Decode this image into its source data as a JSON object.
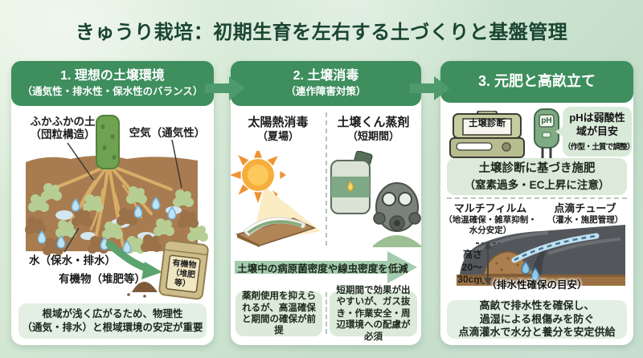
{
  "title": "きゅうり栽培：初期生育を左右する土づくりと基盤管理",
  "colors": {
    "header_green": "#3e8e5e",
    "connector_green": "#4e9a6d",
    "panel_light_green": "#e2efe2",
    "banner_arrow_green": "#a3cbad",
    "title_text": "#1a4531",
    "card_background": "#ffffff"
  },
  "step1": {
    "header": [
      "1. 理想の土壌環境",
      "（通気性・排水性・保水性のバランス）"
    ],
    "labels": {
      "fluffy": [
        "ふかふかの土",
        "（団粒構造）"
      ],
      "air": "空気（通気性）",
      "water": "水（保水・排水）",
      "organic": "有機物（堆肥等）",
      "bag": [
        "有機物",
        "（堆肥等）"
      ]
    },
    "note": [
      "根域が浅く広がるため、物理性",
      "（通気・排水）と根域環境の安定が重要"
    ]
  },
  "step2": {
    "header": [
      "2. 土壌消毒",
      "（連作障害対策）"
    ],
    "left": {
      "title": "太陽熱消毒",
      "subtitle": "（夏場）",
      "note": "薬剤使用を抑えられるが、高温確保と期間の確保が前提"
    },
    "right": {
      "title": "土壌くん蒸剤",
      "subtitle": "（短期間）",
      "note": "短期間で効果が出やすいが、ガス抜き・作業安全・周辺環境への配慮が必須"
    },
    "arrow_text": "土壌中の病原菌密度や線虫密度を低減"
  },
  "step3": {
    "header": "3. 元肥と高畝立て",
    "kit_label": "土壌診断",
    "ph_meter_label": "pH",
    "bubble": [
      "pHは弱酸性",
      "域が目安",
      "（作型・土質で調整）"
    ],
    "fertilizer_note": [
      "土壌診断に基づき施肥",
      "（窒素過多・EC上昇に注意）"
    ],
    "mulch_label": [
      "マルチフィルム",
      "（地温確保・雑草抑制・",
      "水分安定）"
    ],
    "drip_label": [
      "点滴チューブ",
      "（灌水・施肥管理）"
    ],
    "height_label": [
      "高さ",
      "20〜30cm"
    ],
    "drainage_label": "（排水性確保の目安）",
    "note": [
      "高畝で排水性を確保し、",
      "過湿による根傷みを防ぐ",
      "点滴灌水で水分と養分を安定供給"
    ]
  }
}
